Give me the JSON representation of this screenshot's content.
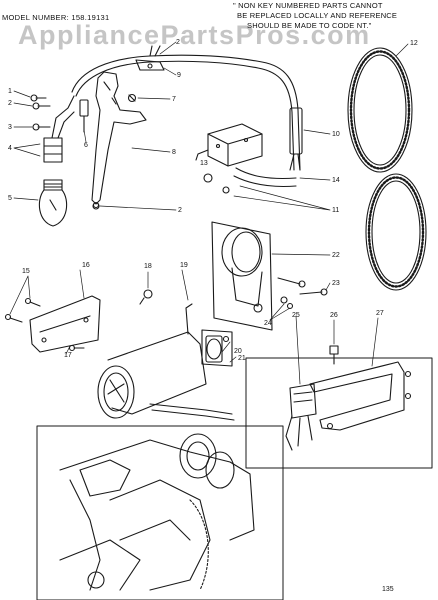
{
  "header": {
    "model_number": "MODEL NUMBER: 158.19131",
    "note_lines": [
      "\" NON KEY NUMBERED PARTS CANNOT",
      "BE REPLACED LOCALLY AND REFERENCE",
      "SHOULD BE MADE TO CODE NT.\""
    ]
  },
  "watermark": "AppliancePartsPros.com",
  "callouts": {
    "c1": "1",
    "c2a": "2",
    "c2b": "2",
    "c2c": "2",
    "c3": "3",
    "c4": "4",
    "c5": "5",
    "c6": "6",
    "c7": "7",
    "c8": "8",
    "c9": "9",
    "c10": "10",
    "c11": "11",
    "c12": "12",
    "c13": "13",
    "c14": "14",
    "c15": "15",
    "c16": "16",
    "c17": "17",
    "c18": "18",
    "c19": "19",
    "c20": "20",
    "c21": "21",
    "c22": "22",
    "c23": "23",
    "c24": "24",
    "c25": "25",
    "c26": "26",
    "c27": "27"
  },
  "page_number": "135"
}
